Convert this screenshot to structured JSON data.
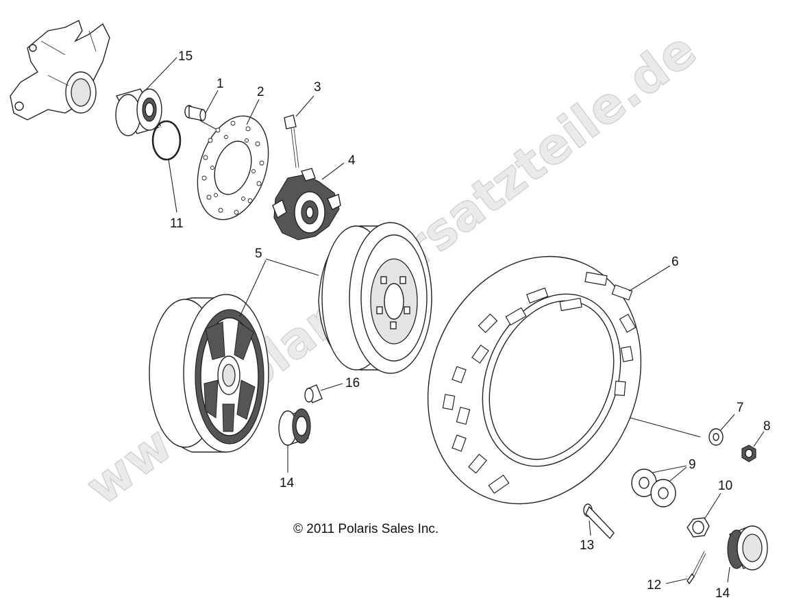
{
  "copyright": "© 2011 Polaris Sales Inc.",
  "watermark": "www.polaris-ersatzteile.de",
  "callouts": {
    "c1": "1",
    "c2": "2",
    "c3": "3",
    "c4": "4",
    "c5": "5",
    "c6": "6",
    "c7": "7",
    "c8": "8",
    "c9": "9",
    "c10": "10",
    "c11": "11",
    "c12": "12",
    "c13": "13",
    "c14a": "14",
    "c14b": "14",
    "c15": "15",
    "c16": "16"
  }
}
